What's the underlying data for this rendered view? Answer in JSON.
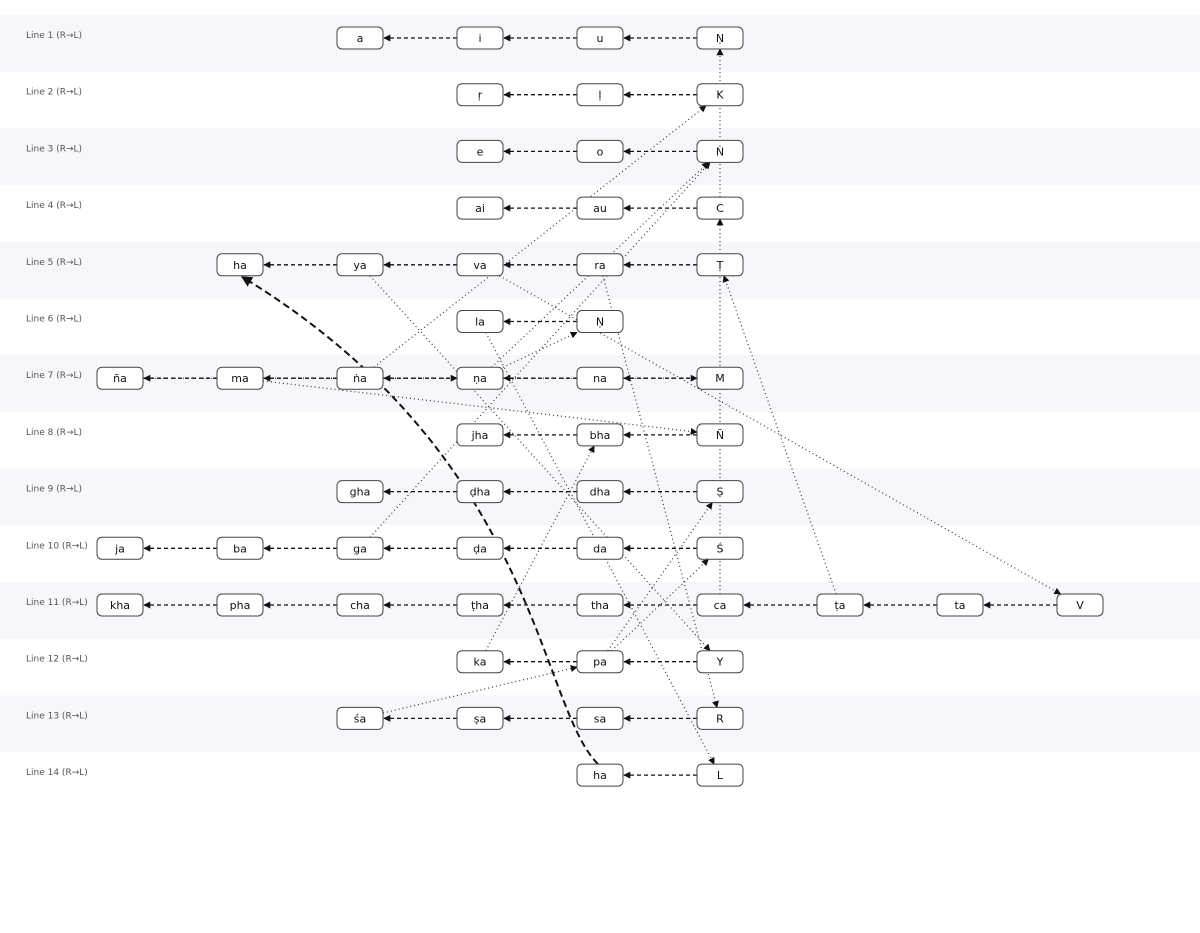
{
  "lines": [
    {
      "label": "Line 1 (R→L)",
      "nodes": [
        "a",
        "i",
        "u",
        "Ṇ"
      ]
    },
    {
      "label": "Line 2 (R→L)",
      "nodes": [
        "ṛ",
        "ḷ",
        "K"
      ]
    },
    {
      "label": "Line 3 (R→L)",
      "nodes": [
        "e",
        "o",
        "Ṅ"
      ]
    },
    {
      "label": "Line 4 (R→L)",
      "nodes": [
        "ai",
        "au",
        "C"
      ]
    },
    {
      "label": "Line 5 (R→L)",
      "nodes": [
        "ha",
        "ya",
        "va",
        "ra",
        "Ṭ"
      ]
    },
    {
      "label": "Line 6 (R→L)",
      "nodes": [
        "la",
        "Ṇ"
      ]
    },
    {
      "label": "Line 7 (R→L)",
      "nodes": [
        "ña",
        "ma",
        "ṅa",
        "ṇa",
        "na",
        "M"
      ]
    },
    {
      "label": "Line 8 (R→L)",
      "nodes": [
        "jha",
        "bha",
        "Ñ"
      ]
    },
    {
      "label": "Line 9 (R→L)",
      "nodes": [
        "gha",
        "ḍha",
        "dha",
        "Ṣ"
      ]
    },
    {
      "label": "Line 10 (R→L)",
      "nodes": [
        "ja",
        "ba",
        "ga",
        "ḍa",
        "da",
        "Ś"
      ]
    },
    {
      "label": "Line 11 (R→L)",
      "nodes": [
        "kha",
        "pha",
        "cha",
        "ṭha",
        "tha",
        "ca",
        "ṭa",
        "ta",
        "V"
      ]
    },
    {
      "label": "Line 12 (R→L)",
      "nodes": [
        "ka",
        "pa",
        "Y"
      ]
    },
    {
      "label": "Line 13 (R→L)",
      "nodes": [
        "śa",
        "ṣa",
        "sa",
        "R"
      ]
    },
    {
      "label": "Line 14 (R→L)",
      "nodes": [
        "ha",
        "L"
      ]
    }
  ],
  "dotted_links": [
    [
      "11-ṭa",
      "5-Ṭ"
    ],
    [
      "11-ca",
      "4-C"
    ],
    [
      "7-ṇa",
      "6-Ṇ"
    ],
    [
      "4-C",
      "1-Ṇ"
    ],
    [
      "7-ṅa",
      "2-K"
    ],
    [
      "7-ṇa",
      "3-Ṅ"
    ],
    [
      "10-ga",
      "3-Ṅ"
    ],
    [
      "12-pa",
      "9-Ṣ"
    ],
    [
      "12-pa",
      "10-Ś"
    ],
    [
      "7-ma",
      "7-M"
    ],
    [
      "7-ña",
      "7-ṇa"
    ],
    [
      "7-ma",
      "8-Ñ"
    ],
    [
      "5-va",
      "11-V"
    ],
    [
      "5-ya",
      "12-Y"
    ],
    [
      "6-la",
      "14-L"
    ],
    [
      "5-ra",
      "13-R"
    ],
    [
      "12-ka",
      "8-bha"
    ],
    [
      "13-śa",
      "12-pa"
    ]
  ],
  "emphasis_link": [
    "14-ha",
    "5-ha"
  ],
  "colors": {
    "band": "#f6f7fa",
    "node_border": "#444444",
    "edge": "#111111"
  }
}
